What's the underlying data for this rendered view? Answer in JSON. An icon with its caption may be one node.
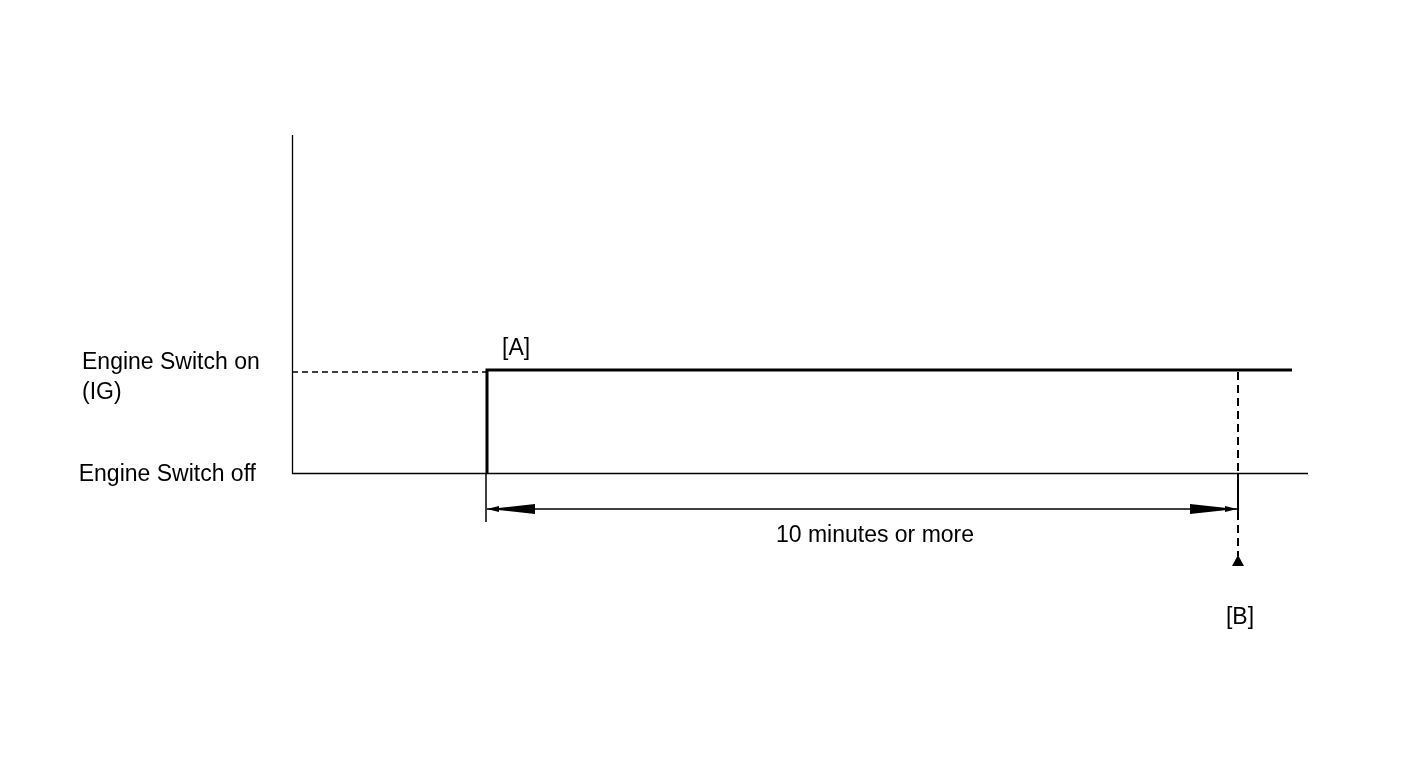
{
  "diagram": {
    "labels": [
      "[A]",
      "Engine Switch on (IG)",
      "Engine Switch off",
      "10 minutes or more",
      "[B]"
    ]
  }
}
